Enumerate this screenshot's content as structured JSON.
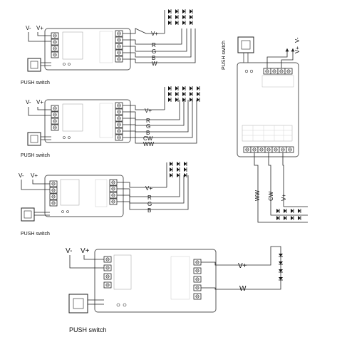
{
  "labels": {
    "vminus": "V-",
    "vplus": "V+",
    "push_switch": "PUSH switch",
    "r": "R",
    "g": "G",
    "b": "B",
    "w": "W",
    "cw": "CW",
    "ww": "WW"
  },
  "diagrams": [
    {
      "id": "rgbw",
      "outputs": [
        "V+",
        "R",
        "G",
        "B",
        "W"
      ]
    },
    {
      "id": "rgbcw",
      "outputs": [
        "V+",
        "R",
        "G",
        "B",
        "CW",
        "WW"
      ]
    },
    {
      "id": "rgb",
      "outputs": [
        "V+",
        "R",
        "G",
        "B"
      ]
    },
    {
      "id": "cct-vertical",
      "outputs": [
        "WW",
        "CW",
        "V+"
      ]
    },
    {
      "id": "single",
      "outputs": [
        "V+",
        "W"
      ]
    }
  ],
  "colors": {
    "line": "#222222",
    "box": "#555555",
    "fill": "#ffffff"
  }
}
